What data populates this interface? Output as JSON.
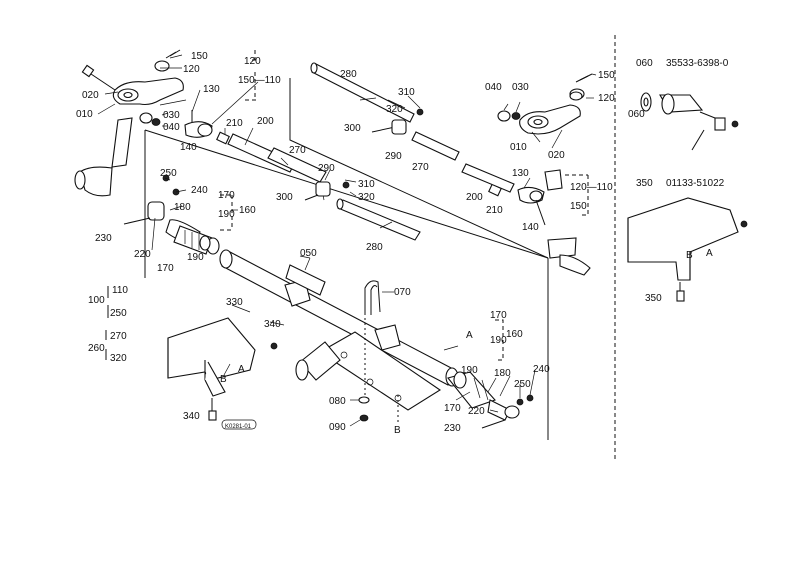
{
  "callouts": {
    "c150a": "150",
    "c120a": "120",
    "c020a": "020",
    "c010a": "010",
    "c130a": "130",
    "c030a": "030",
    "c040a": "040",
    "c140a": "140",
    "g120": "120",
    "g150_110": "150—110",
    "c210a": "210",
    "c200a": "200",
    "c270a": "270",
    "c280a": "280",
    "c310a": "310",
    "c320a": "320",
    "c300a": "300",
    "c290a": "290",
    "c040b": "040",
    "c030b": "030",
    "c150b": "150",
    "c120b": "120",
    "c010b": "010",
    "c020b": "020",
    "c270b": "270",
    "c130b": "130",
    "c200b": "200",
    "c210b": "210",
    "c140b": "140",
    "c120_110b": "120—110",
    "c150c": "150",
    "c250a": "250",
    "c240a": "240",
    "c170a": "170",
    "c190a": "190",
    "c160a": "160",
    "c180a": "180",
    "c230a": "230",
    "c220a": "220",
    "c170b": "170",
    "c190b": "190",
    "c290b": "290",
    "c310b": "310",
    "c320b": "320",
    "c300b": "300",
    "c280b": "280",
    "c050": "050",
    "c070": "070",
    "c100": "100",
    "c110": "110",
    "c250b": "250",
    "c260": "260",
    "c270c": "270",
    "c320c": "320",
    "c330": "330",
    "c340a": "340",
    "c340b": "340",
    "letterA1": "A",
    "letterB1": "B",
    "c170c": "170",
    "c190c": "190",
    "c160b": "160",
    "c190d": "190",
    "c180b": "180",
    "c250c": "250",
    "c240b": "240",
    "c170d": "170",
    "c220b": "220",
    "c230b": "230",
    "c080": "080",
    "c090": "090",
    "letterB2": "B",
    "letterA2": "A",
    "stamp": "K0281-01"
  },
  "inset": {
    "item060_ref": "060",
    "item060_part": "35533-6398-0",
    "item060_callout": "060",
    "item350_ref": "350",
    "item350_part": "01133-51022",
    "item350_callout": "350",
    "letterB": "B",
    "letterA": "A"
  }
}
